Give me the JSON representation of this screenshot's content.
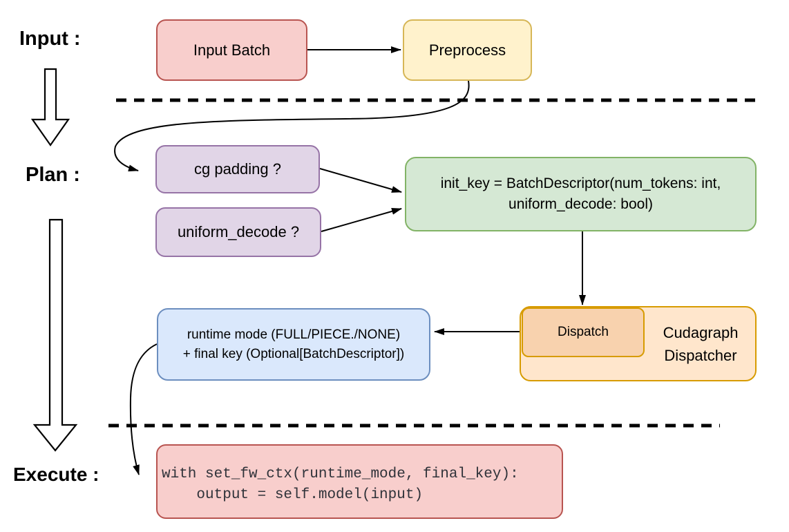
{
  "stages": {
    "input_label": "Input :",
    "plan_label": "Plan :",
    "execute_label": "Execute :"
  },
  "nodes": {
    "input_batch": {
      "label": "Input Batch"
    },
    "preprocess": {
      "label": "Preprocess"
    },
    "cg_padding": {
      "label": "cg padding ?"
    },
    "uniform_decode": {
      "label": "uniform_decode ?"
    },
    "init_key": {
      "line1": "init_key = BatchDescriptor(num_tokens: int,",
      "line2": "uniform_decode: bool)"
    },
    "runtime_mode": {
      "line1": "runtime mode (FULL/PIECE./NONE)",
      "line2": "+ final key (Optional[BatchDescriptor])"
    },
    "cudagraph_dispatcher": {
      "dispatch_label": "Dispatch",
      "label_line1": "Cudagraph",
      "label_line2": "Dispatcher"
    },
    "execute_code": {
      "line1": "with set_fw_ctx(runtime_mode, final_key):",
      "line2": "    output = self.model(input)"
    }
  },
  "colors": {
    "node_red_fill": "#F8CECC",
    "node_red_stroke": "#B85450",
    "node_yellow_fill": "#FFF2CC",
    "node_yellow_stroke": "#D6B656",
    "node_purple_fill": "#E1D5E7",
    "node_purple_stroke": "#9673A6",
    "node_green_fill": "#D5E8D4",
    "node_green_stroke": "#82B366",
    "node_blue_fill": "#DAE8FC",
    "node_blue_stroke": "#6C8EBF",
    "node_orange_fill": "#FFE6CC",
    "node_orange_inner_fill": "#F8D2AE",
    "node_orange_stroke": "#D79B00",
    "line_color": "#000000",
    "text_color": "#000000",
    "code_text_color": "#2F3239",
    "background": "#FFFFFF"
  }
}
